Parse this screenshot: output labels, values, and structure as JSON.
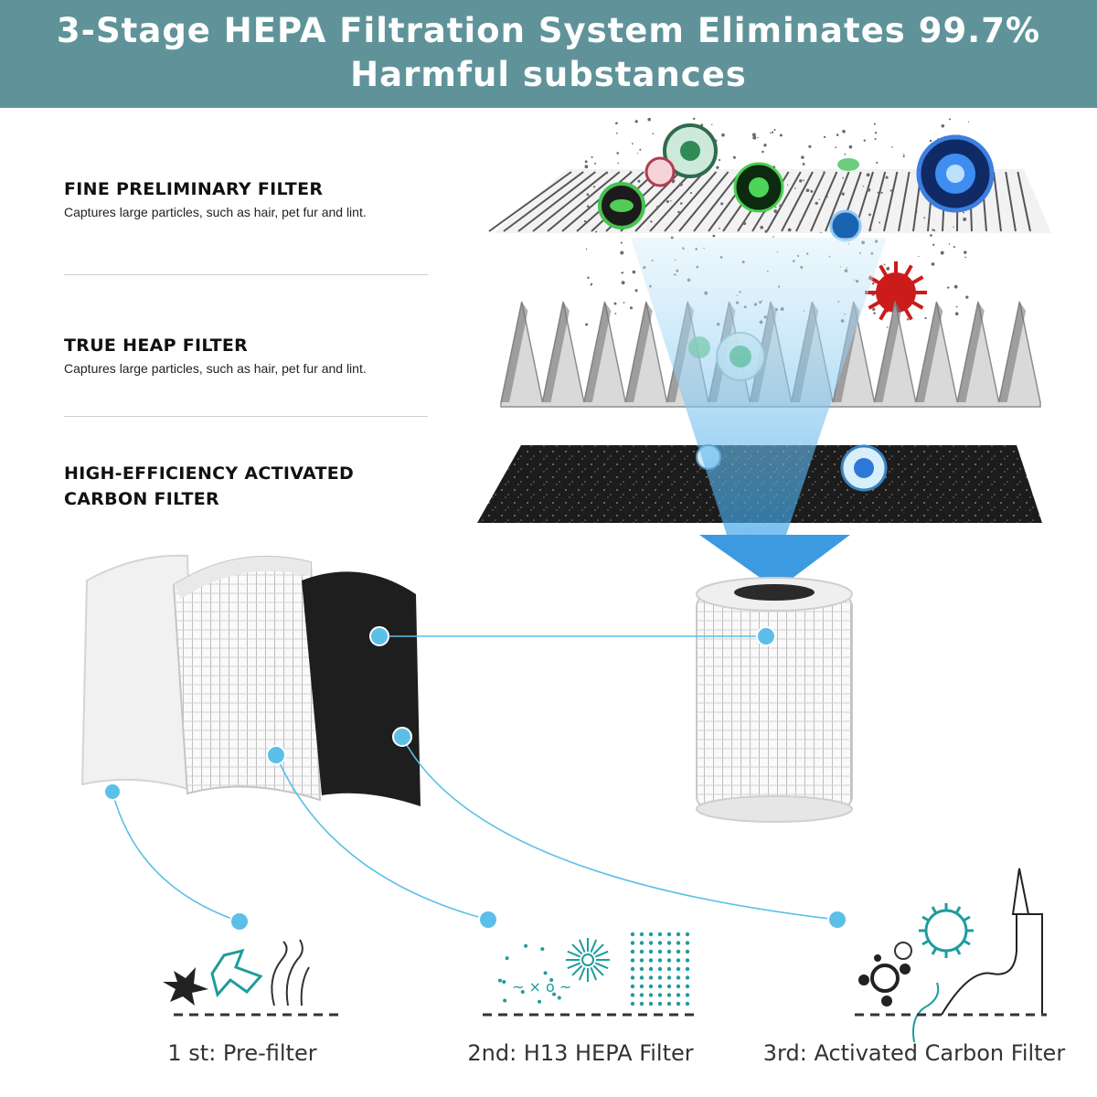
{
  "header": {
    "line1": "3-Stage HEPA Filtration System Eliminates 99.7%",
    "line2": "Harmful substances",
    "bg_color": "#5f9399"
  },
  "stages": [
    {
      "title": "FINE PRELIMINARY FILTER",
      "desc": "Captures large particles, such as hair, pet fur and lint."
    },
    {
      "title": "TRUE HEAP FILTER",
      "desc": "Captures large particles, such as hair, pet fur and lint."
    },
    {
      "title": "HIGH-EFFICIENCY ACTIVATED",
      "title2": "CARBON FILTER"
    }
  ],
  "captions": [
    "1 st: Pre-filter",
    "2nd: H13 HEPA Filter",
    "3rd: Activated Carbon Filter"
  ],
  "colors": {
    "accent": "#5bbfe8",
    "teal": "#1f9c9c",
    "carbon": "#1c1c1c"
  }
}
